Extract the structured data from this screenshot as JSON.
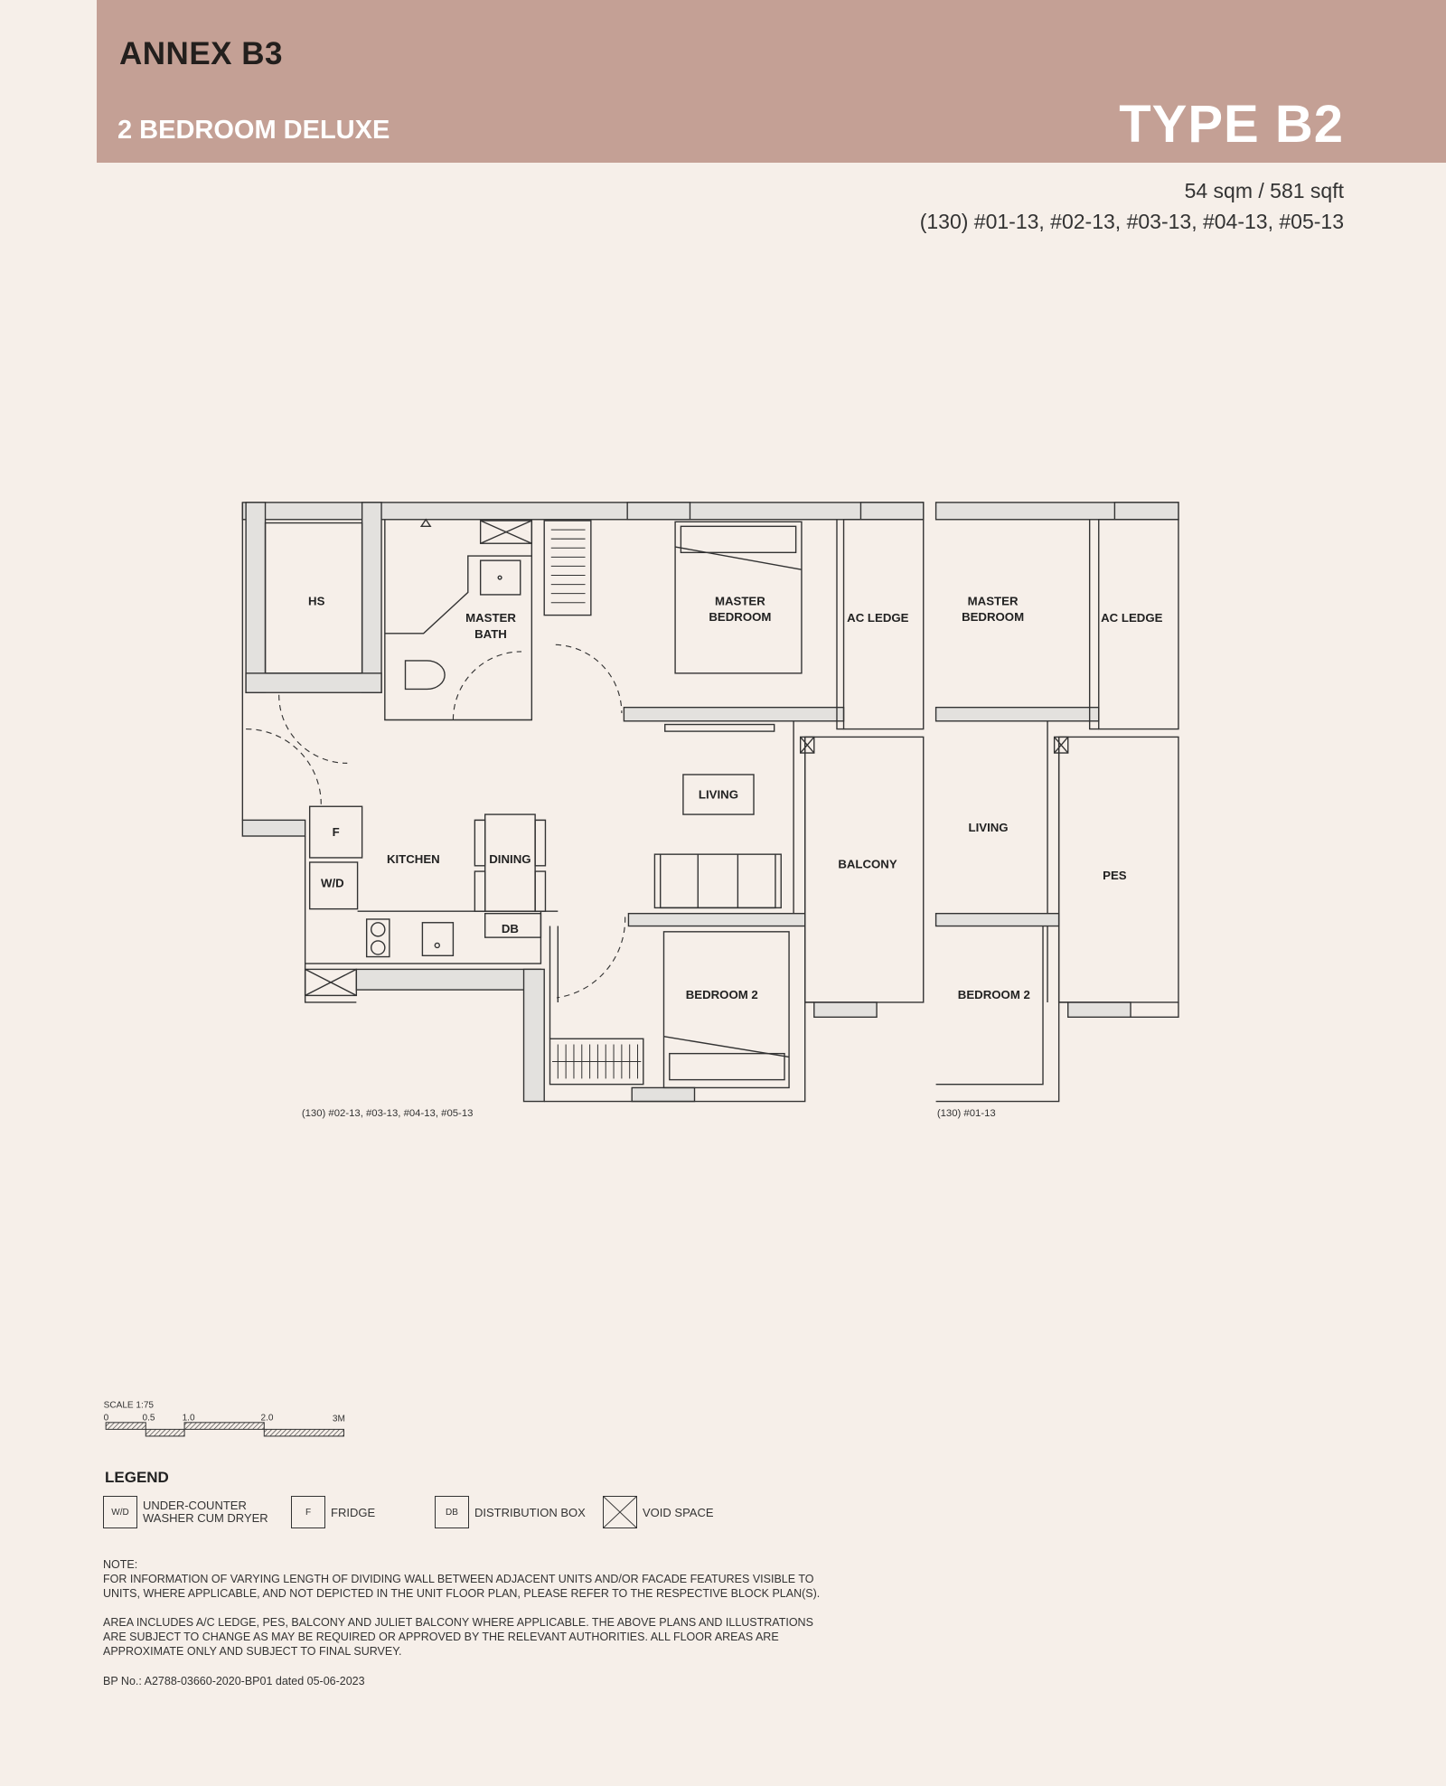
{
  "header": {
    "annex": "ANNEX B3",
    "unit_name": "2 BEDROOM DELUXE",
    "type": "TYPE B2",
    "area": "54 sqm / 581 sqft",
    "units": "(130) #01-13, #02-13, #03-13, #04-13, #05-13",
    "band_color": "#c4a095"
  },
  "plan_main": {
    "caption": "(130) #02-13, #03-13, #04-13, #05-13",
    "rooms": {
      "hs": "HS",
      "master_bath_1": "MASTER",
      "master_bath_2": "BATH",
      "master_bedroom_1": "MASTER",
      "master_bedroom_2": "BEDROOM",
      "ac_ledge": "AC LEDGE",
      "living": "LIVING",
      "balcony": "BALCONY",
      "kitchen": "KITCHEN",
      "dining": "DINING",
      "fridge": "F",
      "washer": "W/D",
      "db": "DB",
      "bedroom2": "BEDROOM 2"
    }
  },
  "plan_alt": {
    "caption": "(130) #01-13",
    "rooms": {
      "master_bedroom_1": "MASTER",
      "master_bedroom_2": "BEDROOM",
      "ac_ledge": "AC LEDGE",
      "living": "LIVING",
      "pes": "PES",
      "bedroom2": "BEDROOM 2"
    }
  },
  "scale": {
    "label": "SCALE  1:75",
    "ticks": [
      "0",
      "0.5",
      "1.0",
      "2.0",
      "3M"
    ]
  },
  "legend": {
    "title": "LEGEND",
    "items": [
      {
        "code": "W/D",
        "label_1": "UNDER-COUNTER",
        "label_2": "WASHER CUM DRYER"
      },
      {
        "code": "F",
        "label": "FRIDGE"
      },
      {
        "code": "DB",
        "label": "DISTRIBUTION BOX"
      },
      {
        "code": "",
        "label": "VOID SPACE"
      }
    ]
  },
  "notes": {
    "heading": "NOTE:",
    "p1": "FOR INFORMATION OF VARYING LENGTH OF DIVIDING WALL BETWEEN ADJACENT UNITS AND/OR FACADE FEATURES VISIBLE TO UNITS, WHERE APPLICABLE, AND NOT DEPICTED IN THE UNIT FLOOR PLAN, PLEASE REFER TO THE RESPECTIVE BLOCK PLAN(S).",
    "p2": "AREA INCLUDES A/C LEDGE, PES, BALCONY AND JULIET BALCONY WHERE APPLICABLE. THE ABOVE PLANS AND ILLUSTRATIONS ARE SUBJECT TO CHANGE AS MAY BE REQUIRED OR APPROVED BY THE RELEVANT AUTHORITIES. ALL FLOOR AREAS ARE APPROXIMATE ONLY AND SUBJECT TO FINAL SURVEY.",
    "bp": "BP No.: A2788-03660-2020-BP01 dated 05-06-2023"
  }
}
